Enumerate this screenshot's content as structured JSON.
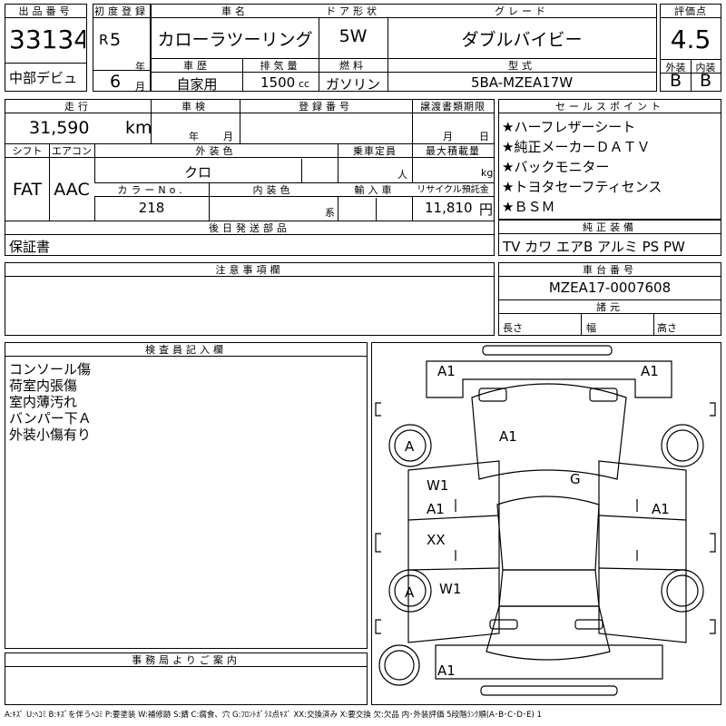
{
  "header": {
    "lot_label": "出品番号",
    "lot_number": "33134",
    "origin_note": "中部デビュ",
    "first_reg_label": "初度登録",
    "era": "R",
    "year_num": "5",
    "year_unit": "年",
    "month_num": "6",
    "month_unit": "月",
    "car_name_label": "車名",
    "car_name": "カローラツーリング",
    "door_label": "ドア形状",
    "door_value": "5W",
    "grade_label": "グレード",
    "grade_value": "ダブルバイビー",
    "score_label": "評価点",
    "score_value": "4.5",
    "history_label": "車歴",
    "history_value": "自家用",
    "displacement_label": "排気量",
    "displacement_value": "1500",
    "displacement_unit": "cc",
    "fuel_label": "燃料",
    "fuel_value": "ガソリン",
    "model_label": "型式",
    "model_value": "5BA-MZEA17W",
    "ext_label": "外装",
    "ext_grade": "B",
    "int_label": "内装",
    "int_grade": "B"
  },
  "spec": {
    "mileage_label": "走行",
    "mileage_value": "31,590",
    "mileage_unit": "km",
    "inspection_label": "車検",
    "insp_year_unit": "年",
    "insp_month_unit": "月",
    "reg_no_label": "登録番号",
    "transfer_label": "譲渡書類期限",
    "transfer_month_unit": "月",
    "transfer_day_unit": "日",
    "shift_label": "シフト",
    "shift_value": "FAT",
    "ac_label": "エアコン",
    "ac_value": "AAC",
    "ext_color_label": "外装色",
    "ext_color_value": "クロ",
    "capacity_label": "乗車定員",
    "capacity_unit": "人",
    "max_load_label": "最大積載量",
    "max_load_unit": "kg",
    "color_no_label": "カラーNo.",
    "color_no_value": "218",
    "int_color_label": "内装色",
    "int_color_unit": "系",
    "import_label": "輸入車",
    "recycle_label": "リサイクル預託金",
    "recycle_value": "11,810",
    "recycle_unit": "円",
    "shipping_label": "後日発送部品",
    "shipping_value": "保証書"
  },
  "sales_points": {
    "label": "セールスポイント",
    "items": [
      "★ハーフレザーシート",
      "★純正メーカーＤＡＴＶ",
      "★バックモニター",
      "★トヨタセーフティセンス",
      "★ＢＳＭ"
    ]
  },
  "equipment": {
    "label": "純正装備",
    "value": "TV カワ エアB アルミ PS PW"
  },
  "notes": {
    "label": "注意事項欄"
  },
  "chassis": {
    "label": "車台番号",
    "value": "MZEA17-0007608",
    "dims_label": "諸元",
    "length_label": "長さ",
    "width_label": "幅",
    "height_label": "高さ"
  },
  "inspector": {
    "label": "検査員記入欄",
    "lines": [
      "コンソール傷",
      "荷室内張傷",
      "室内薄汚れ",
      "バンパー下Ａ",
      "外装小傷有り"
    ]
  },
  "office": {
    "label": "事務局よりご案内"
  },
  "diagram": {
    "marks": [
      {
        "id": "front-left",
        "text": "A1"
      },
      {
        "id": "front-right",
        "text": "A1"
      },
      {
        "id": "hood",
        "text": "A1"
      },
      {
        "id": "wheel-fl",
        "text": "A"
      },
      {
        "id": "windshield",
        "text": "G"
      },
      {
        "id": "door-fl",
        "text": "W1"
      },
      {
        "id": "door-fl-2",
        "text": "A1"
      },
      {
        "id": "door-fr",
        "text": "A1"
      },
      {
        "id": "door-rl",
        "text": "XX"
      },
      {
        "id": "wheel-rl",
        "text": "A"
      },
      {
        "id": "quarter-rl",
        "text": "W1"
      },
      {
        "id": "rear",
        "text": "A1"
      }
    ]
  },
  "legend": "A:ｷｽﾞ U:ﾍｺﾐ B:ｷｽﾞを伴うﾍｺﾐ P:要塗装 W:補修跡 S:錆 C:腐食、穴 G:ﾌﾛﾝﾄｶﾞﾗｽ点ｷｽﾞ XX:交換済み X:要交換 欠:欠品 内･外装評価 5段階ﾗﾝｸ順(A･B･C･D･E) 1"
}
